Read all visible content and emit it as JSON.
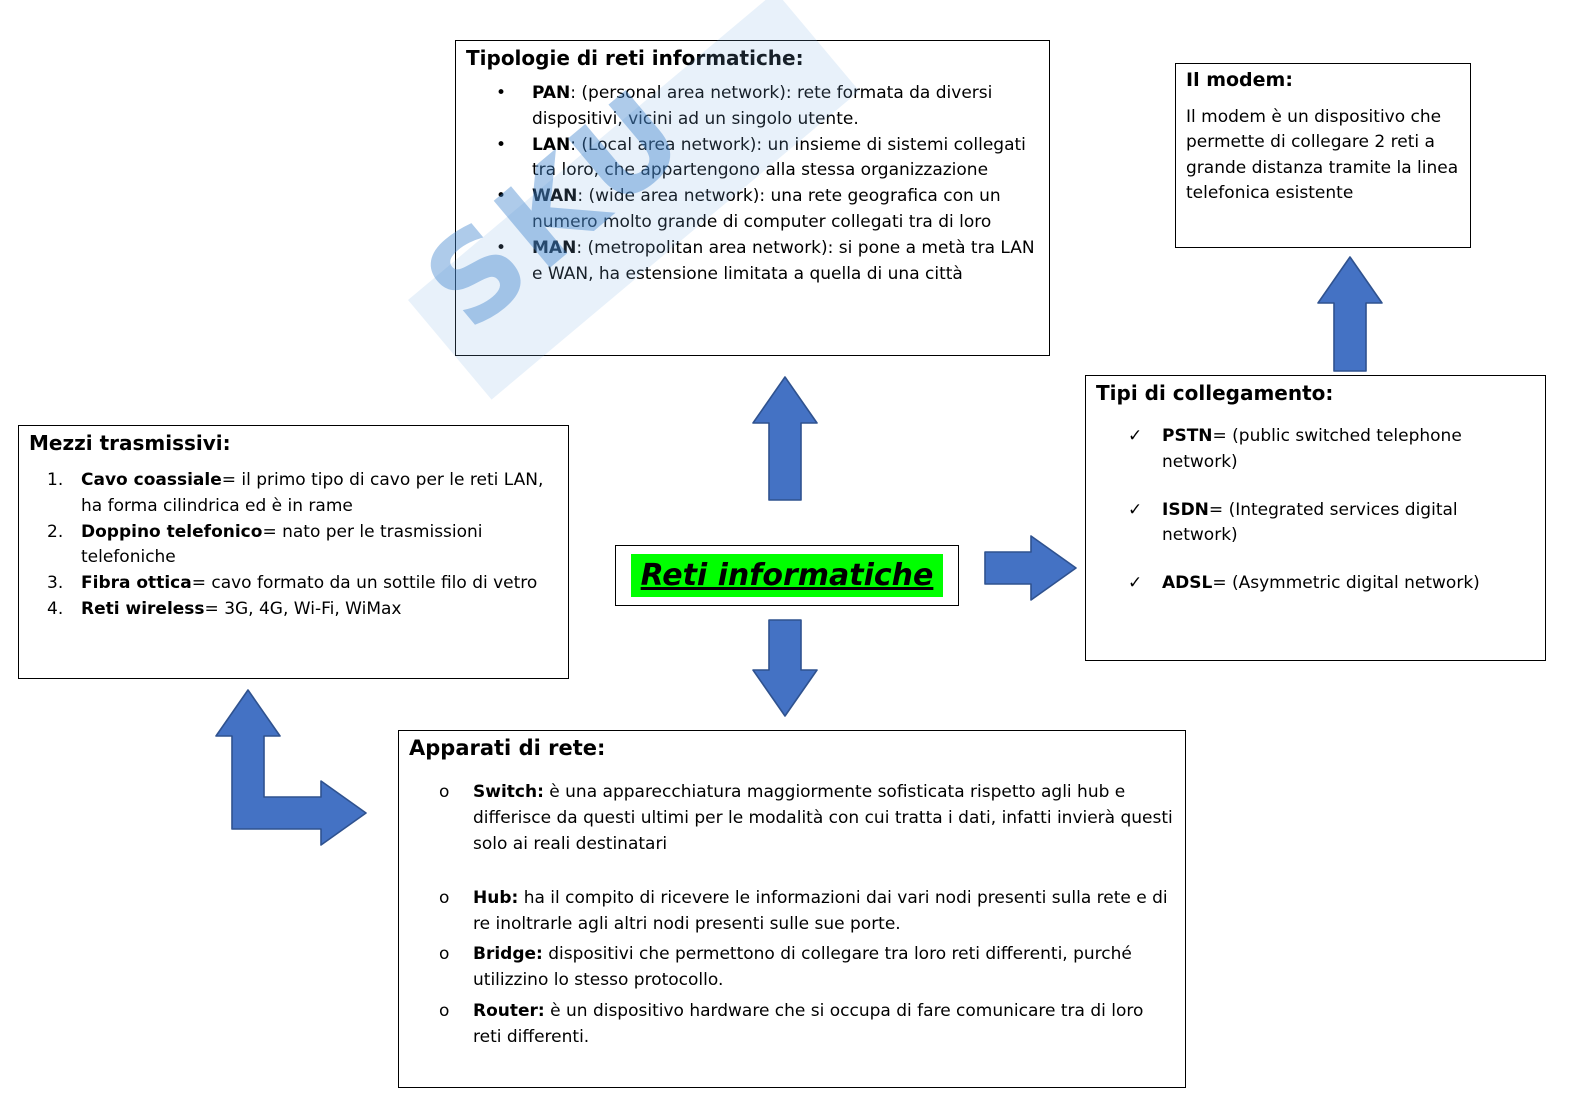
{
  "watermark": "SKU",
  "center": {
    "title": "Reti informatiche"
  },
  "colors": {
    "arrow_fill": "#4472C4",
    "arrow_stroke": "#2F528F",
    "highlight": "#00FF00"
  },
  "boxes": {
    "tipologie": {
      "title": "Tipologie di reti informatiche:",
      "marker": "•",
      "items": [
        {
          "term": "PAN",
          "text": ": (personal area network): rete formata da diversi dispositivi, vicini ad un singolo utente."
        },
        {
          "term": "LAN",
          "text": ": (Local area network): un insieme di sistemi collegati tra loro, che appartengono alla stessa organizzazione"
        },
        {
          "term": "WAN",
          "text": ": (wide area network): una rete geografica con un numero molto grande di computer collegati tra di loro"
        },
        {
          "term": "MAN",
          "text": ": (metropolitan area network): si pone a metà tra LAN e WAN, ha estensione limitata a quella di una città"
        }
      ]
    },
    "modem": {
      "title": "Il modem:",
      "text": "Il modem è un dispositivo che permette di collegare 2 reti a grande distanza tramite la linea telefonica esistente"
    },
    "collegamento": {
      "title": "Tipi di collegamento:",
      "marker": "✓",
      "items": [
        {
          "term": "PSTN",
          "text": "= (public switched telephone network)"
        },
        {
          "term": "ISDN",
          "text": "= (Integrated services digital network)"
        },
        {
          "term": "ADSL",
          "text": "= (Asymmetric digital network)"
        }
      ]
    },
    "mezzi": {
      "title": "Mezzi trasmissivi:",
      "items": [
        {
          "num": "1.",
          "term": "Cavo coassiale",
          "text": "= il primo tipo di cavo per le reti LAN, ha forma cilindrica ed è in rame"
        },
        {
          "num": "2.",
          "term": "Doppino telefonico",
          "text": "= nato per le trasmissioni telefoniche"
        },
        {
          "num": "3.",
          "term": "Fibra ottica",
          "text": "= cavo formato da un sottile filo di vetro"
        },
        {
          "num": "4.",
          "term": "Reti wireless",
          "text": "= 3G, 4G, Wi-Fi, WiMax"
        }
      ]
    },
    "apparati": {
      "title": "Apparati di rete:",
      "marker": "o",
      "items": [
        {
          "term": "Switch:",
          "text": " è una apparecchiatura maggiormente sofisticata rispetto agli hub e differisce da questi ultimi per le modalità con cui tratta i dati, infatti invierà questi solo ai reali destinatari"
        },
        {
          "term": "Hub:",
          "text": " ha il compito di ricevere le informazioni dai vari nodi presenti sulla rete e di re inoltrarle agli altri nodi presenti sulle sue porte."
        },
        {
          "term": "Bridge:",
          "text": " dispositivi che permettono di collegare tra loro reti differenti, purché utilizzino lo stesso protocollo."
        },
        {
          "term": "Router:",
          "text": " è un dispositivo hardware che si occupa di fare comunicare tra di loro reti differenti."
        }
      ]
    }
  }
}
